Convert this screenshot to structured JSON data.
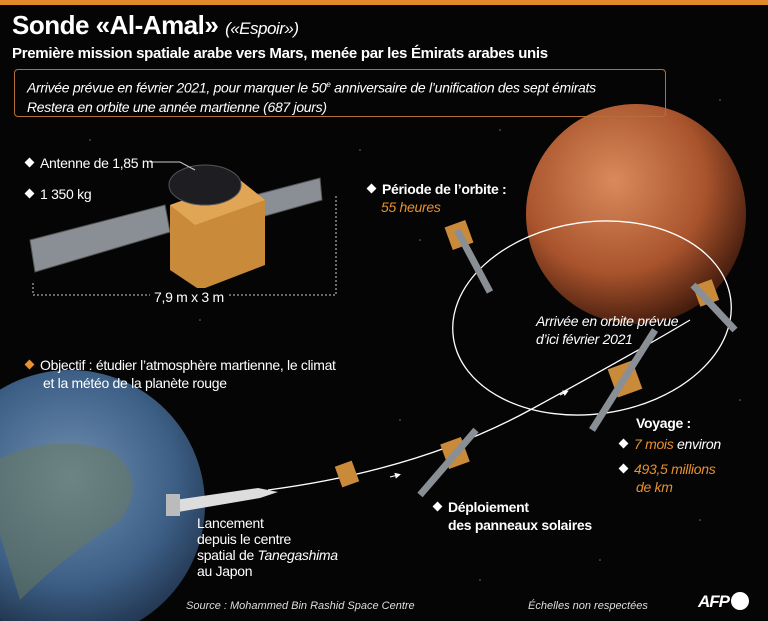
{
  "header": {
    "title": "Sonde «Al-Amal»",
    "title_translation": "(«Espoir»)",
    "subtitle": "Première mission spatiale arabe vers Mars, menée par les Émirats arabes unis"
  },
  "infobox": {
    "line1_a": "Arrivée prévue en février 2021, pour marquer le 50",
    "line1_sup": "e",
    "line1_b": " anniversaire de l’unification des sept émirats",
    "line2": "Restera en orbite une année martienne (687 jours)"
  },
  "probe": {
    "antenna": "Antenne de 1,85 m",
    "mass": "1 350 kg",
    "dimensions": "7,9 m x 3 m"
  },
  "objective": {
    "line1": "Objectif : étudier l’atmosphère martienne, le climat",
    "line2": "et la météo de la planète rouge"
  },
  "orbit": {
    "label": "Période de l’orbite :",
    "value": "55 heures"
  },
  "arrival": {
    "line1": "Arrivée en orbite prévue",
    "line2": "d’ici février 2021"
  },
  "voyage": {
    "label": "Voyage :",
    "duration_value": "7 mois",
    "duration_suffix": " environ",
    "distance_line1": "493,5 millions",
    "distance_line2": "de km"
  },
  "deployment": {
    "line1": "Déploiement",
    "line2": "des panneaux solaires"
  },
  "launch": {
    "line1": "Lancement",
    "line2": "depuis le centre",
    "line3_a": "spatial de ",
    "line3_b": "Tanegashima",
    "line4": "au Japon"
  },
  "footer": {
    "source": "Source : Mohammed Bin Rashid Space Centre",
    "scale_note": "Échelles non respectées",
    "logo": "AFP"
  },
  "colors": {
    "accent": "#e8912e",
    "background": "#050505",
    "box_border": "#b5703a"
  }
}
